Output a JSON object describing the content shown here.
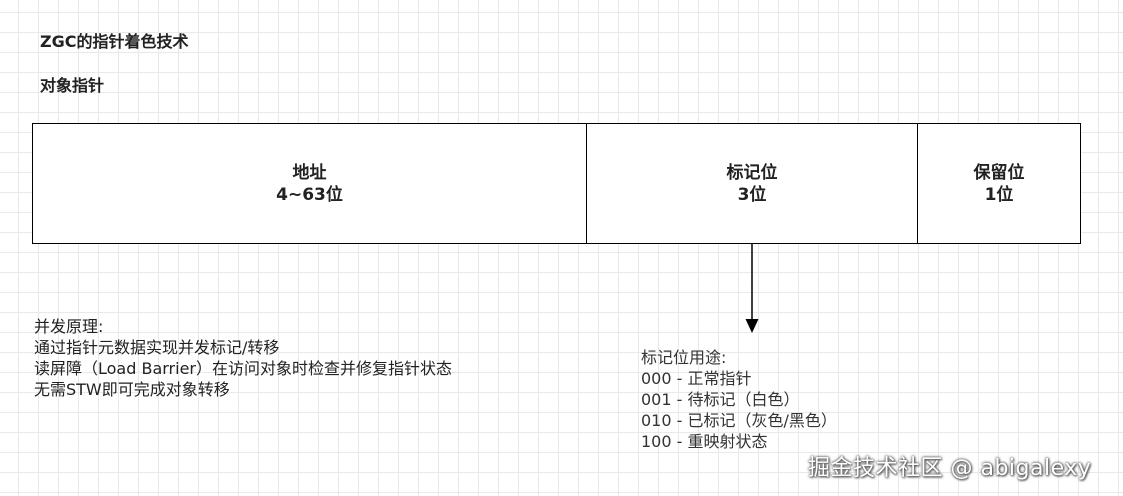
{
  "title": "ZGC的指针着色技术",
  "subtitle": "对象指针",
  "pointer_layout": [
    {
      "name": "地址",
      "bits": "4~63位"
    },
    {
      "name": "标记位",
      "bits": "3位"
    },
    {
      "name": "保留位",
      "bits": "1位"
    }
  ],
  "concurrency_notes": {
    "heading": "并发原理:",
    "lines": [
      "通过指针元数据实现并发标记/转移",
      "读屏障（Load Barrier）在访问对象时检查并修复指针状态",
      "无需STW即可完成对象转移"
    ]
  },
  "mark_bits_usage": {
    "heading": "标记位用途:",
    "lines": [
      "000 - 正常指针",
      "001 - 待标记（白色）",
      "010 - 已标记（灰色/黑色）",
      "100 - 重映射状态"
    ]
  },
  "watermark": "掘金技术社区 @ abigalexy"
}
